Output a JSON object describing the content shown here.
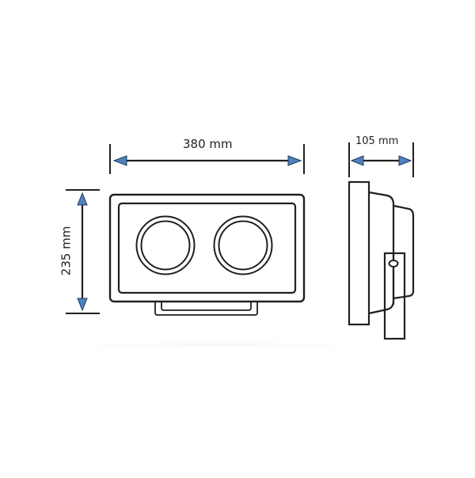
{
  "diagram": {
    "type": "technical-dimension-drawing",
    "subject": "twin-lens rectangular LED work light",
    "colors": {
      "line": "#231f20",
      "arrow_fill": "#4f81bd",
      "arrow_stroke": "#1f3a5f",
      "background": "#ffffff"
    },
    "views": {
      "front": {
        "name": "Front view",
        "lenses": 2
      },
      "side": {
        "name": "Side view",
        "features": [
          "front bezel",
          "stepped housing",
          "mounting bracket",
          "bracket pivot hole"
        ]
      }
    },
    "dimensions": {
      "width": {
        "label": "380 mm",
        "value": 380,
        "unit": "mm",
        "orientation": "horizontal"
      },
      "height": {
        "label": "235 mm",
        "value": 235,
        "unit": "mm",
        "orientation": "vertical"
      },
      "depth": {
        "label": "105 mm",
        "value": 105,
        "unit": "mm",
        "orientation": "horizontal"
      }
    }
  }
}
